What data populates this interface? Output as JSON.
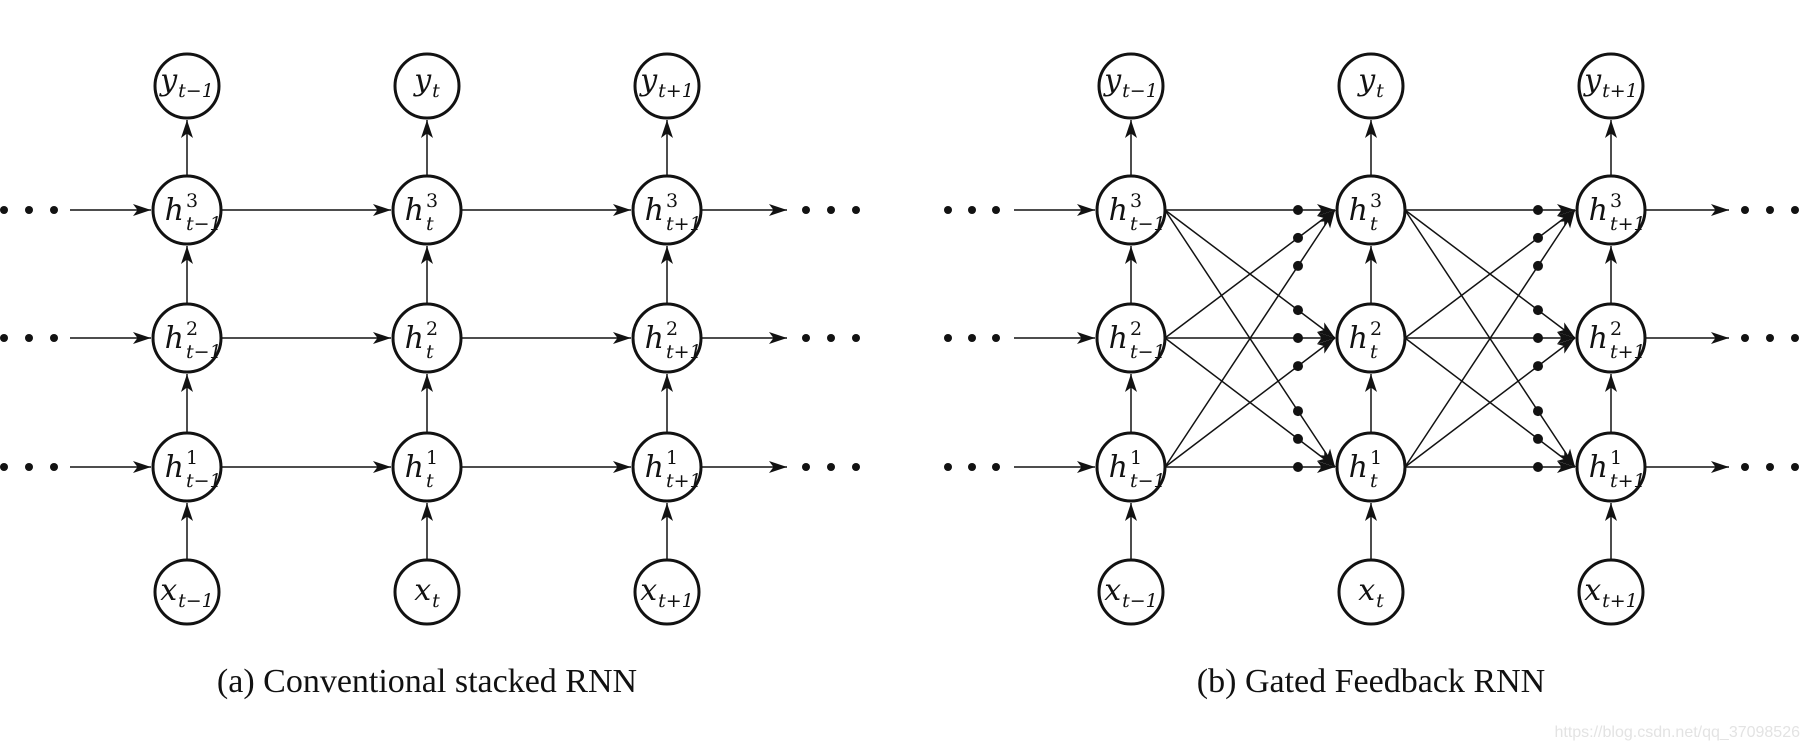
{
  "figure": {
    "background": "#ffffff",
    "ink_color": "#121212",
    "watermark": "https://blog.csdn.net/qq_37098526",
    "watermark_color": "#e3e3e3",
    "panels": [
      {
        "key": "a",
        "caption": "(a) Conventional stacked RNN",
        "gated_feedback": false,
        "time_steps": [
          "t−1",
          "t",
          "t+1"
        ],
        "hidden_layers": [
          "1",
          "2",
          "3"
        ],
        "nodes": {
          "y_tm1": {
            "base": "y",
            "sub": "t−1"
          },
          "y_t": {
            "base": "y",
            "sub": "t"
          },
          "y_tp1": {
            "base": "y",
            "sub": "t+1"
          },
          "h3_tm1": {
            "base": "h",
            "sup": "3",
            "sub": "t−1"
          },
          "h3_t": {
            "base": "h",
            "sup": "3",
            "sub": "t"
          },
          "h3_tp1": {
            "base": "h",
            "sup": "3",
            "sub": "t+1"
          },
          "h2_tm1": {
            "base": "h",
            "sup": "2",
            "sub": "t−1"
          },
          "h2_t": {
            "base": "h",
            "sup": "2",
            "sub": "t"
          },
          "h2_tp1": {
            "base": "h",
            "sup": "2",
            "sub": "t+1"
          },
          "h1_tm1": {
            "base": "h",
            "sup": "1",
            "sub": "t−1"
          },
          "h1_t": {
            "base": "h",
            "sup": "1",
            "sub": "t"
          },
          "h1_tp1": {
            "base": "h",
            "sup": "1",
            "sub": "t+1"
          },
          "x_tm1": {
            "base": "x",
            "sub": "t−1"
          },
          "x_t": {
            "base": "x",
            "sub": "t"
          },
          "x_tp1": {
            "base": "x",
            "sub": "t+1"
          }
        }
      },
      {
        "key": "b",
        "caption": "(b) Gated Feedback RNN",
        "gated_feedback": true,
        "time_steps": [
          "t−1",
          "t",
          "t+1"
        ],
        "hidden_layers": [
          "1",
          "2",
          "3"
        ],
        "nodes": {
          "y_tm1": {
            "base": "y",
            "sub": "t−1"
          },
          "y_t": {
            "base": "y",
            "sub": "t"
          },
          "y_tp1": {
            "base": "y",
            "sub": "t+1"
          },
          "h3_tm1": {
            "base": "h",
            "sup": "3",
            "sub": "t−1"
          },
          "h3_t": {
            "base": "h",
            "sup": "3",
            "sub": "t"
          },
          "h3_tp1": {
            "base": "h",
            "sup": "3",
            "sub": "t+1"
          },
          "h2_tm1": {
            "base": "h",
            "sup": "2",
            "sub": "t−1"
          },
          "h2_t": {
            "base": "h",
            "sup": "2",
            "sub": "t"
          },
          "h2_tp1": {
            "base": "h",
            "sup": "2",
            "sub": "t+1"
          },
          "h1_tm1": {
            "base": "h",
            "sup": "1",
            "sub": "t−1"
          },
          "h1_t": {
            "base": "h",
            "sup": "1",
            "sub": "t"
          },
          "h1_tp1": {
            "base": "h",
            "sup": "1",
            "sub": "t+1"
          },
          "x_tm1": {
            "base": "x",
            "sub": "t−1"
          },
          "x_t": {
            "base": "x",
            "sub": "t"
          },
          "x_tp1": {
            "base": "x",
            "sub": "t+1"
          }
        }
      }
    ]
  }
}
